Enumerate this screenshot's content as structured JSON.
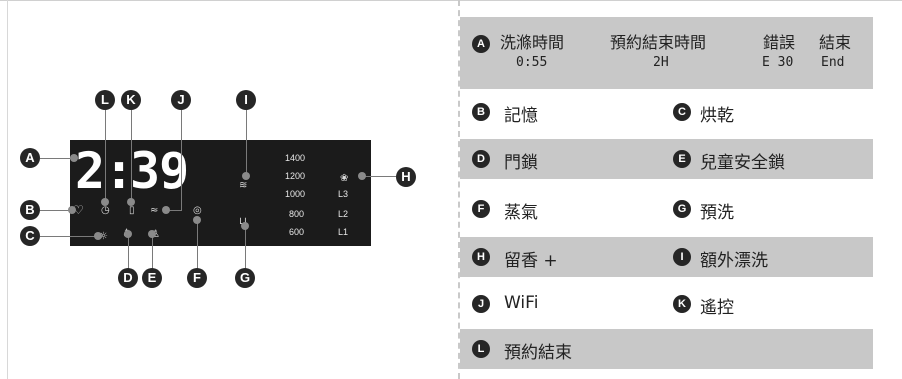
{
  "display": {
    "time_hour": "2",
    "time_colon": ":",
    "time_minutes": "39",
    "speeds": [
      "1400",
      "1200",
      "1000",
      "800",
      "600"
    ],
    "levels": [
      "L3",
      "L2",
      "L1"
    ]
  },
  "callouts": [
    "A",
    "B",
    "C",
    "D",
    "E",
    "F",
    "G",
    "H",
    "I",
    "J",
    "K",
    "L"
  ],
  "legend": {
    "header": {
      "letter": "A",
      "columns": [
        {
          "label": "洗滌時間",
          "value": "0:55"
        },
        {
          "label": "預約結束時間",
          "value": "2H"
        },
        {
          "label": "錯誤",
          "value": "E 30"
        },
        {
          "label": "結束",
          "value": "End"
        }
      ]
    },
    "rows": [
      [
        {
          "letter": "B",
          "label": "記憶"
        },
        {
          "letter": "C",
          "label": "烘乾"
        }
      ],
      [
        {
          "letter": "D",
          "label": "門鎖"
        },
        {
          "letter": "E",
          "label": "兒童安全鎖"
        }
      ],
      [
        {
          "letter": "F",
          "label": "蒸氣"
        },
        {
          "letter": "G",
          "label": "預洗"
        }
      ],
      [
        {
          "letter": "H",
          "label": "留香 +"
        },
        {
          "letter": "I",
          "label": "額外漂洗"
        }
      ],
      [
        {
          "letter": "J",
          "label": "WiFi"
        },
        {
          "letter": "K",
          "label": "遙控"
        }
      ],
      [
        {
          "letter": "L",
          "label": "預約結束"
        }
      ]
    ]
  },
  "icons": {
    "memory": "heart-icon",
    "dry": "sun-icon",
    "timer": "clock-icon",
    "remote": "phone-icon",
    "wifi": "wifi-icon",
    "door_lock": "lock-icon",
    "child_lock": "child-lock-icon",
    "steam": "steam-icon",
    "prewash": "prewash-icon",
    "extra_rinse": "rinse-icon",
    "fragrance": "fragrance-icon"
  },
  "colors": {
    "panel": "#1b1b1b",
    "badge": "#262626",
    "row_shade": "#c8c8c8"
  }
}
